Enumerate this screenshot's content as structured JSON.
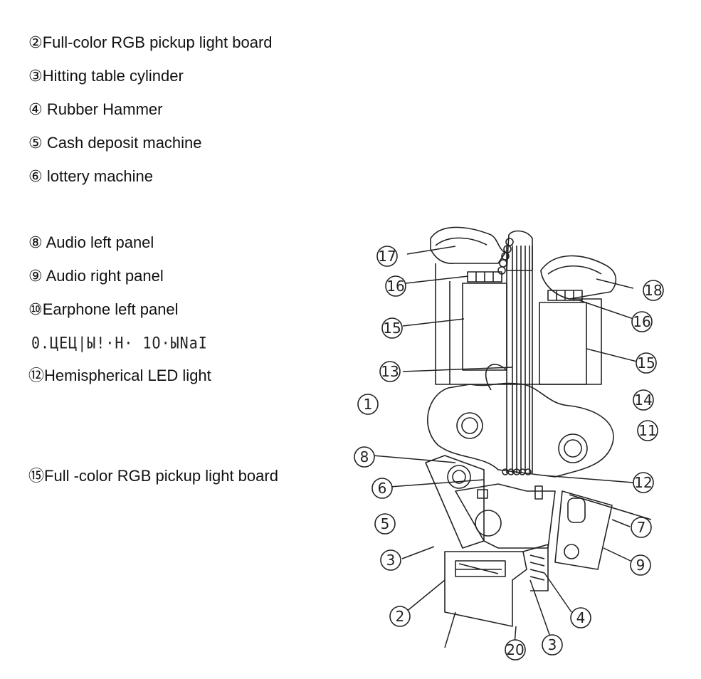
{
  "legend": [
    {
      "mark": "②",
      "text": "Full-color RGB pickup light board"
    },
    {
      "mark": "③",
      "text": "Hitting table cylinder"
    },
    {
      "mark": "④",
      "text": " Rubber Hammer"
    },
    {
      "mark": "⑤",
      "text": " Cash deposit machine"
    },
    {
      "mark": "⑥",
      "text": " lottery machine"
    },
    {
      "mark": "⑧",
      "text": " Audio left panel"
    },
    {
      "mark": "⑨",
      "text": " Audio right panel"
    },
    {
      "mark": "⑩",
      "text": "Earphone left panel"
    },
    {
      "mark": "⑫",
      "text": "Hemispherical LED light"
    },
    {
      "mark": "⑮",
      "text": "Full -color RGB pickup light board"
    }
  ],
  "garbled_line": "0.ЦEЦ|Ы!·Н· 1O·ЫNaI",
  "callouts": [
    "17",
    "16",
    "16",
    "15",
    "15",
    "13",
    "14",
    "11",
    "8",
    "12",
    "6",
    "5",
    "7",
    "3",
    "9",
    "2",
    "4",
    "20",
    "3",
    "18",
    "1"
  ]
}
